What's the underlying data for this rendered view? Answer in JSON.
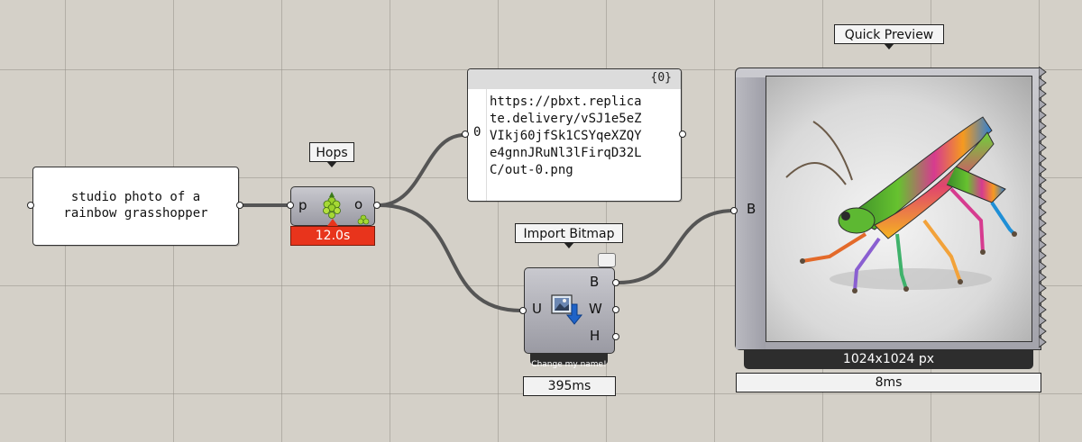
{
  "prompt_panel": {
    "text_line1": "studio photo of a",
    "text_line2": "rainbow grasshopper"
  },
  "hops": {
    "title": "Hops",
    "input_port": "p",
    "output_port": "o",
    "timer": "12.0s",
    "timer_color": "#e8341c",
    "icon": "hops-icon"
  },
  "url_panel": {
    "path": "{0}",
    "index": "0",
    "lines": [
      "https://pbxt.replica",
      "te.delivery/vSJ1e5eZ",
      "VIkj60jfSk1CSYqeXZQY",
      "e4gnnJRuNl3lFirqD32L",
      "C/out-0.png"
    ]
  },
  "import_bitmap": {
    "title": "Import Bitmap",
    "input_port": "U",
    "outputs": [
      "B",
      "W",
      "H"
    ],
    "nickname": "Change my name!",
    "timer": "395ms",
    "icon": "import-bitmap-icon"
  },
  "quick_preview": {
    "title": "Quick Preview",
    "input_port": "B",
    "size_label": "1024x1024 px",
    "timer": "8ms",
    "image": "rainbow-grasshopper-image"
  }
}
